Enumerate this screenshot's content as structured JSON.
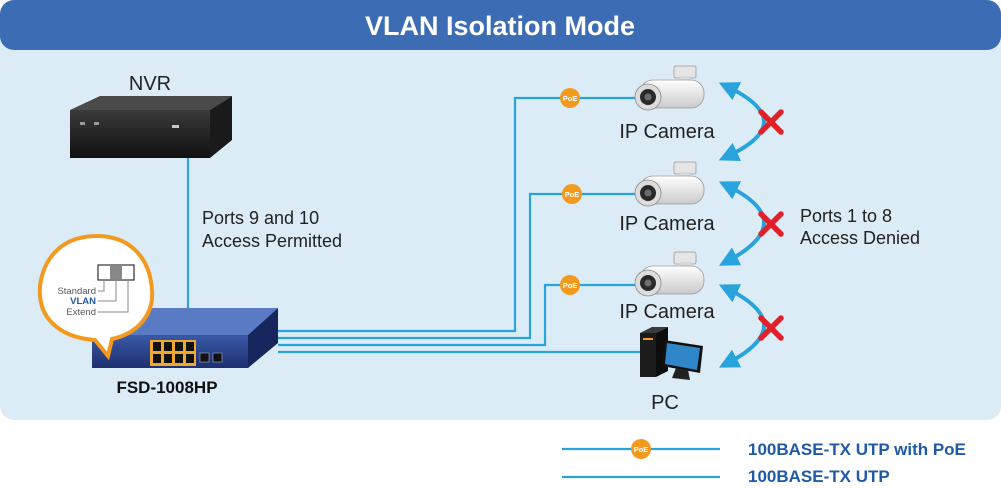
{
  "title": "VLAN Isolation Mode",
  "devices": {
    "nvr_label": "NVR",
    "camera_labels": [
      "IP Camera",
      "IP Camera",
      "IP Camera"
    ],
    "pc_label": "PC",
    "switch_label": "FSD-1008HP"
  },
  "annotations": {
    "ports_permitted": [
      "Ports 9 and 10",
      "Access Permitted"
    ],
    "ports_denied": [
      "Ports 1 to 8",
      "Access Denied"
    ],
    "poe_badge": "PoE"
  },
  "dip_switch": {
    "options": [
      "Standard",
      "VLAN",
      "Extend"
    ],
    "selected": "VLAN"
  },
  "legend": [
    {
      "label": "100BASE-TX UTP with PoE",
      "has_poe_badge": true
    },
    {
      "label": "100BASE-TX UTP",
      "has_poe_badge": false
    }
  ],
  "colors": {
    "banner": "#3c6cb4",
    "panel": "#dcecf7",
    "link": "#29a3dc",
    "poe_badge": "#f39a1e",
    "deny": "#e0202a",
    "label_blue": "#1f5aa6"
  }
}
